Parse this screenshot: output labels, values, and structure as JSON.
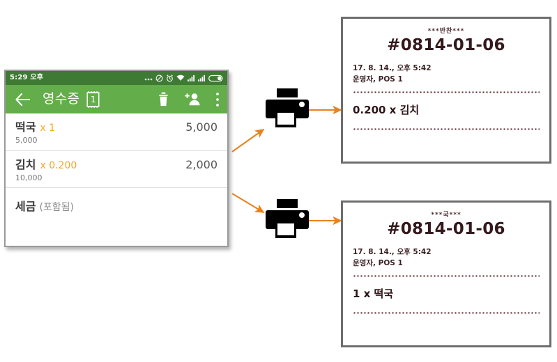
{
  "phone": {
    "statusbar": {
      "time": "5:29 오후",
      "icons": [
        "more-dots-icon",
        "mute-icon",
        "alarm-icon",
        "wifi-icon",
        "signal-icon",
        "signal-icon",
        "battery-icon"
      ]
    },
    "toolbar": {
      "back_icon": "back-arrow-icon",
      "title": "영수증",
      "receipt_count": "1",
      "receipt_icon": "receipt-icon",
      "delete_icon": "trash-icon",
      "add_customer_icon": "add-person-icon",
      "overflow_icon": "overflow-menu-icon"
    },
    "items": [
      {
        "name": "떡국",
        "qty": "x 1",
        "total": "5,000",
        "unit_price": "5,000"
      },
      {
        "name": "김치",
        "qty": "x 0.200",
        "total": "2,000",
        "unit_price": "10,000"
      }
    ],
    "tax": {
      "label": "세금",
      "note": "(포함됨)"
    }
  },
  "printers": [
    {
      "name": "printer-icon-top"
    },
    {
      "name": "printer-icon-bottom"
    }
  ],
  "receipts": [
    {
      "header": "***반찬***",
      "number": "#0814-01-06",
      "datetime": "17. 8. 14., 오후 5:42",
      "operator": "운영자, POS 1",
      "line": "0.200 x 김치"
    },
    {
      "header": "***국***",
      "number": "#0814-01-06",
      "datetime": "17. 8. 14., 오후 5:42",
      "operator": "운영자, POS 1",
      "line": "1 x 떡국"
    }
  ],
  "colors": {
    "toolbar_green": "#63ad4b",
    "statusbar_green": "#3f7a34",
    "accent_orange": "#f5a623",
    "arrow_orange": "#e8821e",
    "receipt_ink": "#33191c",
    "receipt_border": "#6e6e6e"
  }
}
